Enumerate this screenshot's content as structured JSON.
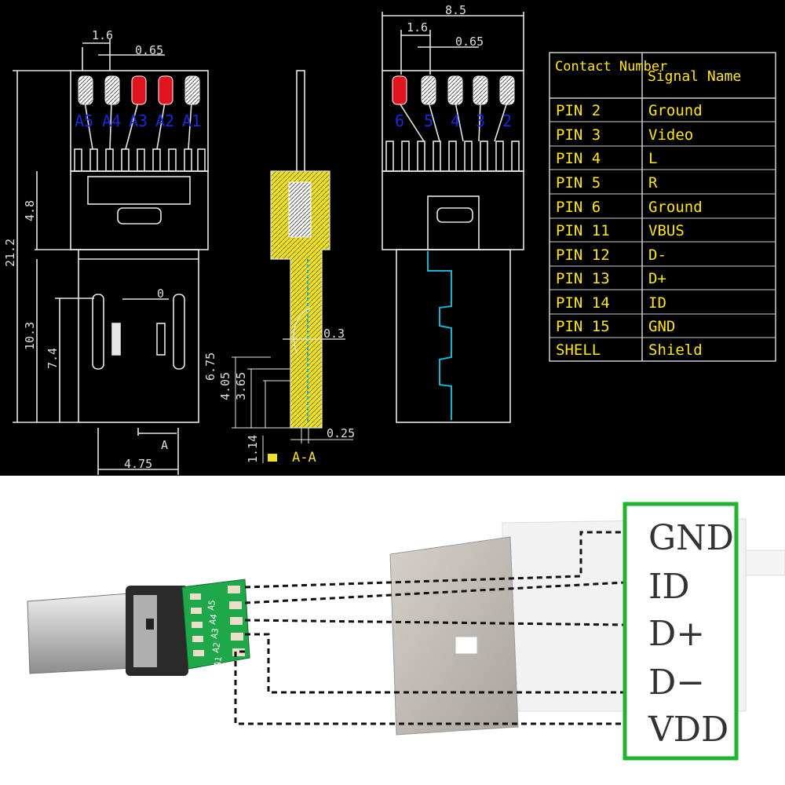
{
  "colors": {
    "cad_bg": "#000000",
    "cad_line": "#e6e6e6",
    "table_text": "#ffe61a",
    "highlight_pin": "#e0141e",
    "cyan": "#19b4d2",
    "label_blue": "#1a2ad6",
    "crosssection_fill": "#ede12b",
    "pcb_green": "#1fa84a",
    "signal_box": "#1fb32e"
  },
  "left_view": {
    "dim_top_1": "1.6",
    "dim_top_2": "0.65",
    "dim_21_2": "21.2",
    "dim_4_8": "4.8",
    "dim_10_3": "10.3",
    "dim_7_4": "7.4",
    "dim_0": "0",
    "dim_4_75": "4.75",
    "section_mark": "A",
    "pins": [
      "A5",
      "A4",
      "A3",
      "A2",
      "A1"
    ]
  },
  "middle_view": {
    "dim_0_3": "0.3",
    "dim_6_75": "6.75",
    "dim_4_05": "4.05",
    "dim_3_65": "3.65",
    "dim_1_14": "1.14",
    "dim_0_25": "0.25",
    "section_label": "A-A"
  },
  "right_view": {
    "dim_8_5": "8.5",
    "dim_1_6": "1.6",
    "dim_0_65": "0.65",
    "pins": [
      "6",
      "5",
      "4",
      "3",
      "2"
    ]
  },
  "pin_table": {
    "header_col1": "Contact Number",
    "header_col2": "Signal Name",
    "rows": [
      {
        "pin": "PIN 2",
        "signal": "Ground"
      },
      {
        "pin": "PIN 3",
        "signal": "Video"
      },
      {
        "pin": "PIN 4",
        "signal": "L"
      },
      {
        "pin": "PIN 5",
        "signal": "R"
      },
      {
        "pin": "PIN 6",
        "signal": "Ground"
      },
      {
        "pin": "PIN 11",
        "signal": "VBUS"
      },
      {
        "pin": "PIN 12",
        "signal": "D-"
      },
      {
        "pin": "PIN 13",
        "signal": "D+"
      },
      {
        "pin": "PIN 14",
        "signal": "ID"
      },
      {
        "pin": "PIN 15",
        "signal": "GND"
      },
      {
        "pin": "SHELL",
        "signal": "Shield"
      }
    ]
  },
  "photo": {
    "pcb_labels": [
      "A5",
      "A4",
      "A3",
      "A2",
      "A1"
    ],
    "signals": [
      "GND",
      "ID",
      "D+",
      "D−",
      "VDD"
    ]
  }
}
